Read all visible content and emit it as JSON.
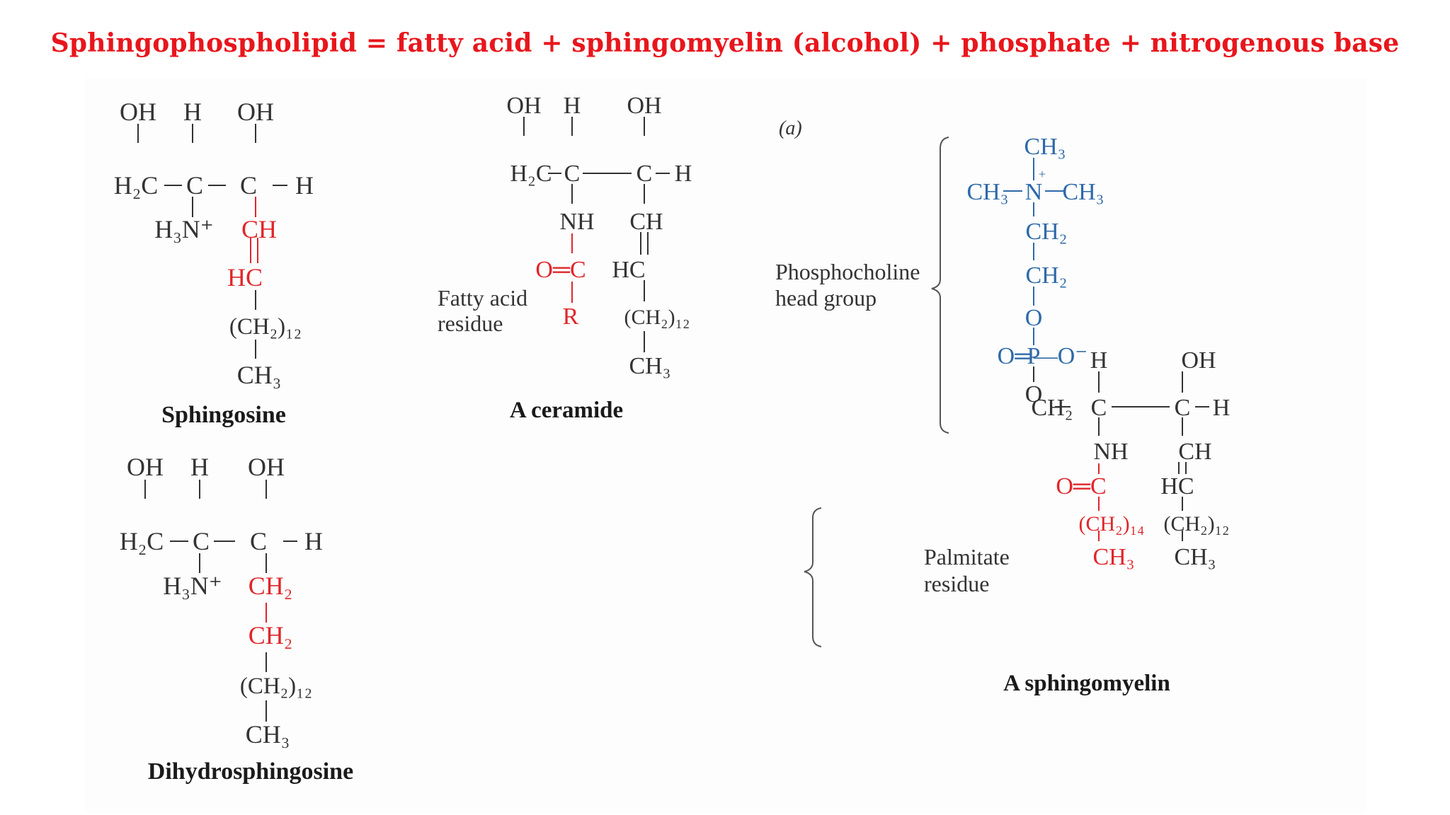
{
  "slide": {
    "title": "Sphingophospholipid = fatty acid + sphingomyelin (alcohol) + phosphate + nitrogenous base"
  },
  "colors": {
    "title": "#e8161c",
    "highlight_red": "#e0262b",
    "phosphocholine_blue": "#2e6aa8",
    "bond_black": "#333333"
  },
  "structures": {
    "sphingosine": {
      "caption": "Sphingosine",
      "oh1": "OH",
      "h": "H",
      "oh2": "OH",
      "h2c": "H₂C",
      "c1": "C",
      "c2": "C",
      "hterm": "H",
      "h3n": "H₃N⁺",
      "ch": "CH",
      "hc": "HC",
      "chain": "(CH₂)₁₂",
      "ch3": "CH₃"
    },
    "dihydrosphingosine": {
      "caption": "Dihydrosphingosine",
      "oh1": "OH",
      "h": "H",
      "oh2": "OH",
      "h2c": "H₂C",
      "c1": "C",
      "c2": "C",
      "hterm": "H",
      "h3n": "H₃N⁺",
      "ch2a": "CH₂",
      "ch2b": "CH₂",
      "chain": "(CH₂)₁₂",
      "ch3": "CH₃"
    },
    "ceramide": {
      "caption": "A ceramide",
      "oh1": "OH",
      "h": "H",
      "oh2": "OH",
      "h2c": "H₂C",
      "c1": "C",
      "c2": "C",
      "hterm": "H",
      "nh": "NH",
      "ch": "CH",
      "oc": "O═C",
      "hc": "HC",
      "r": "R",
      "chain": "(CH₂)₁₂",
      "ch3": "CH₃",
      "label_line1": "Fatty acid",
      "label_line2": "residue"
    },
    "sphingomyelin": {
      "caption": "A sphingomyelin",
      "panel_label": "(a)",
      "head_label_line1": "Phosphocholine",
      "head_label_line2": "head group",
      "palmitate_label_line1": "Palmitate",
      "palmitate_label_line2": "residue",
      "ch3_top": "CH₃",
      "ch3_left": "CH₃",
      "n": "N",
      "n_charge": "+",
      "ch3_right": "CH₃",
      "ch2a": "CH₂",
      "ch2b": "CH₂",
      "o1": "O",
      "po_left": "O═",
      "p": "P",
      "po_right": "—O⁻",
      "o2": "O",
      "h": "H",
      "oh": "OH",
      "ch2c": "CH₂",
      "c1": "C",
      "c2": "C",
      "hterm": "H",
      "nh": "NH",
      "ch": "CH",
      "oc": "O═C",
      "hc": "HC",
      "chain14": "(CH₂)₁₄",
      "chain12": "(CH₂)₁₂",
      "ch3a": "CH₃",
      "ch3b": "CH₃"
    }
  }
}
